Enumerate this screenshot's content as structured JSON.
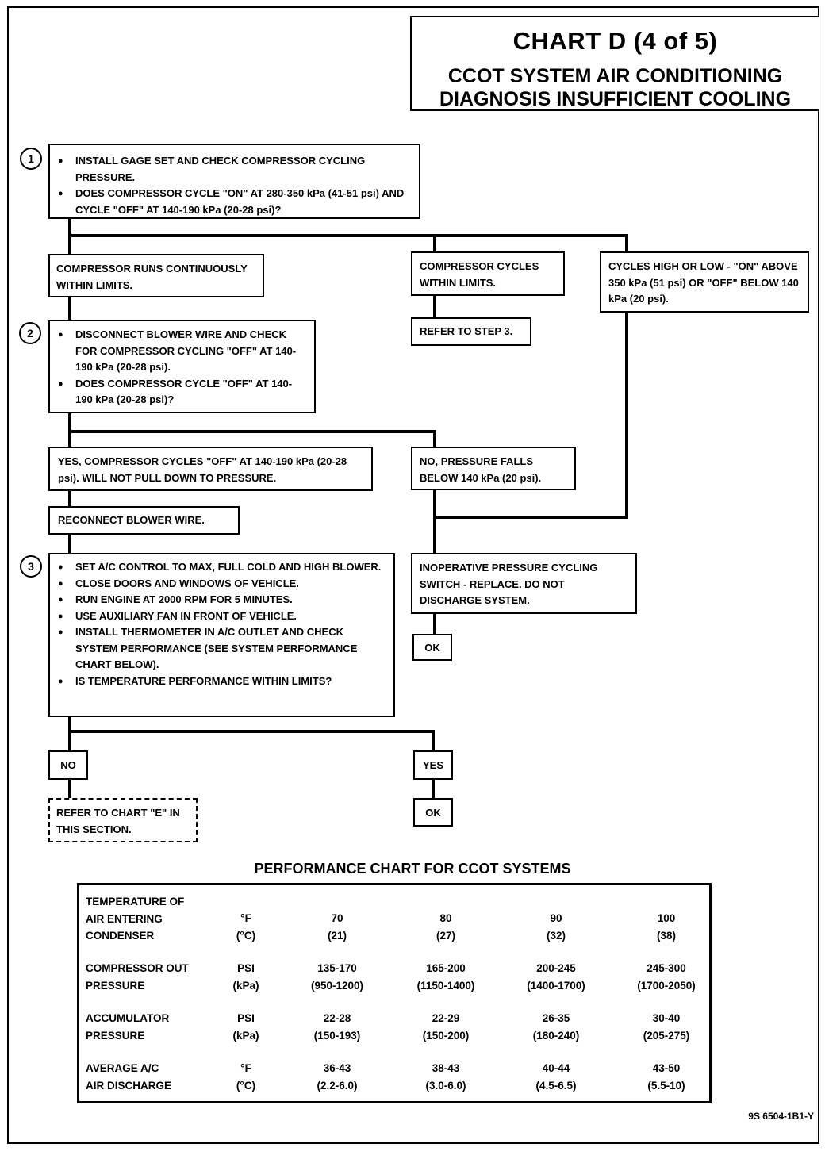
{
  "title": {
    "main": "CHART D (4 of 5)",
    "line1": "CCOT SYSTEM AIR CONDITIONING",
    "line2": "DIAGNOSIS INSUFFICIENT COOLING"
  },
  "steps": {
    "s1": {
      "num": "1",
      "bullets": [
        "INSTALL GAGE SET AND CHECK COMPRESSOR CYCLING PRESSURE.",
        "DOES COMPRESSOR CYCLE \"ON\" AT 280-350 kPa (41-51 psi) AND CYCLE \"OFF\" AT 140-190 kPa (20-28 psi)?"
      ]
    },
    "s2": {
      "num": "2",
      "bullets": [
        "DISCONNECT BLOWER WIRE AND CHECK FOR COMPRESSOR CYCLING \"OFF\" AT 140-190 kPa (20-28 psi).",
        "DOES COMPRESSOR CYCLE \"OFF\" AT 140-190 kPa (20-28 psi)?"
      ]
    },
    "s3": {
      "num": "3",
      "bullets": [
        "SET A/C CONTROL TO MAX, FULL COLD AND HIGH BLOWER.",
        "CLOSE DOORS AND WINDOWS OF VEHICLE.",
        "RUN ENGINE AT 2000 RPM FOR 5 MINUTES.",
        "USE AUXILIARY FAN IN FRONT OF VEHICLE.",
        "INSTALL THERMOMETER IN A/C OUTLET AND CHECK SYSTEM PERFORMANCE (SEE SYSTEM PERFORMANCE CHART BELOW).",
        "IS TEMPERATURE PERFORMANCE WITHIN LIMITS?"
      ]
    }
  },
  "nodes": {
    "runs_continuously": "COMPRESSOR RUNS CONTINUOUSLY WITHIN LIMITS.",
    "cycles_within_limits": "COMPRESSOR CYCLES WITHIN LIMITS.",
    "refer_step3": "REFER TO STEP 3.",
    "cycles_high_low": "CYCLES HIGH OR LOW - \"ON\" ABOVE 350 kPa (51 psi) OR \"OFF\" BELOW 140 kPa (20 psi).",
    "yes_cycles_off": "YES, COMPRESSOR CYCLES \"OFF\" AT 140-190 kPa (20-28 psi).  WILL NOT PULL DOWN TO PRESSURE.",
    "no_pressure_falls": "NO, PRESSURE FALLS BELOW 140 kPa (20 psi).",
    "reconnect": "RECONNECT BLOWER WIRE.",
    "inoperative_switch": "INOPERATIVE PRESSURE CYCLING SWITCH - REPLACE.  DO NOT DISCHARGE SYSTEM.",
    "ok1": "OK",
    "no": "NO",
    "yes": "YES",
    "ok2": "OK",
    "refer_chart_e": "REFER TO CHART \"E\" IN THIS SECTION."
  },
  "performance": {
    "title": "PERFORMANCE CHART FOR CCOT SYSTEMS",
    "rows": [
      {
        "label": [
          "TEMPERATURE OF",
          "AIR ENTERING",
          "CONDENSER"
        ],
        "units": [
          "°F",
          "(°C)"
        ],
        "values": [
          [
            "70",
            "(21)"
          ],
          [
            "80",
            "(27)"
          ],
          [
            "90",
            "(32)"
          ],
          [
            "100",
            "(38)"
          ]
        ]
      },
      {
        "label": [
          "COMPRESSOR OUT",
          "PRESSURE"
        ],
        "units": [
          "PSI",
          "(kPa)"
        ],
        "values": [
          [
            "135-170",
            "(950-1200)"
          ],
          [
            "165-200",
            "(1150-1400)"
          ],
          [
            "200-245",
            "(1400-1700)"
          ],
          [
            "245-300",
            "(1700-2050)"
          ]
        ]
      },
      {
        "label": [
          "ACCUMULATOR",
          "PRESSURE"
        ],
        "units": [
          "PSI",
          "(kPa)"
        ],
        "values": [
          [
            "22-28",
            "(150-193)"
          ],
          [
            "22-29",
            "(150-200)"
          ],
          [
            "26-35",
            "(180-240)"
          ],
          [
            "30-40",
            "(205-275)"
          ]
        ]
      },
      {
        "label": [
          "AVERAGE A/C",
          "AIR DISCHARGE"
        ],
        "units": [
          "°F",
          "(°C)"
        ],
        "values": [
          [
            "36-43",
            "(2.2-6.0)"
          ],
          [
            "38-43",
            "(3.0-6.0)"
          ],
          [
            "40-44",
            "(4.5-6.5)"
          ],
          [
            "43-50",
            "(5.5-10)"
          ]
        ]
      }
    ]
  },
  "figure_code": "9S 6504-1B1-Y"
}
